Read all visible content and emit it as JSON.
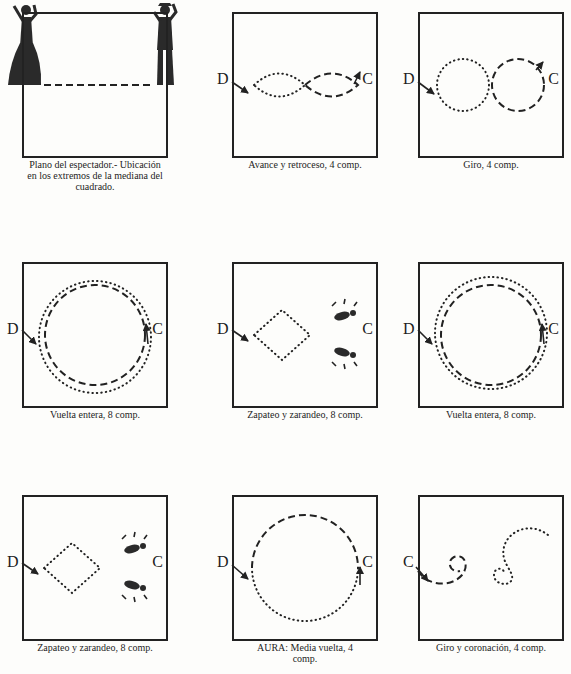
{
  "diagram": {
    "nodes": [
      {
        "text": [
          "Plano del espectador.- Ubicación en los extremos de la mediana del cuadrado."
        ]
      },
      {
        "text": [
          "D",
          "C",
          "Avance y retroceso, 4 comp."
        ]
      },
      {
        "text": [
          "D",
          "C",
          "Giro, 4 comp."
        ]
      },
      {
        "text": [
          "D",
          "C",
          "Vuelta entera, 8 comp."
        ]
      },
      {
        "text": [
          "D",
          "C",
          "Zapateo y zarandeo, 8 comp."
        ]
      },
      {
        "text": [
          "D",
          "C",
          "Vuelta entera, 8 comp."
        ]
      },
      {
        "text": [
          "D",
          "C",
          "Zapateo y zarandeo, 8 comp."
        ]
      },
      {
        "text": [
          "D",
          "C",
          "AURA: Media vuelta, 4 comp."
        ]
      },
      {
        "text": [
          "C",
          "Giro y coronación, 4 comp."
        ]
      }
    ]
  }
}
